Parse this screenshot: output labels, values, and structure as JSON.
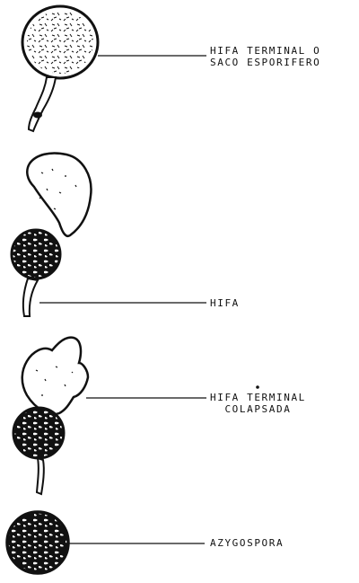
{
  "labels": {
    "terminal_hypha": [
      "HIFA TERMINAL O",
      "SACO ESPORIFERO"
    ],
    "hypha": "HIFA",
    "collapsed_terminal": [
      "HIFA TERMINAL",
      "COLAPSADA"
    ],
    "azygospore": "AZYGOSPORA"
  },
  "colors": {
    "ink": "#111111",
    "background": "#ffffff"
  }
}
